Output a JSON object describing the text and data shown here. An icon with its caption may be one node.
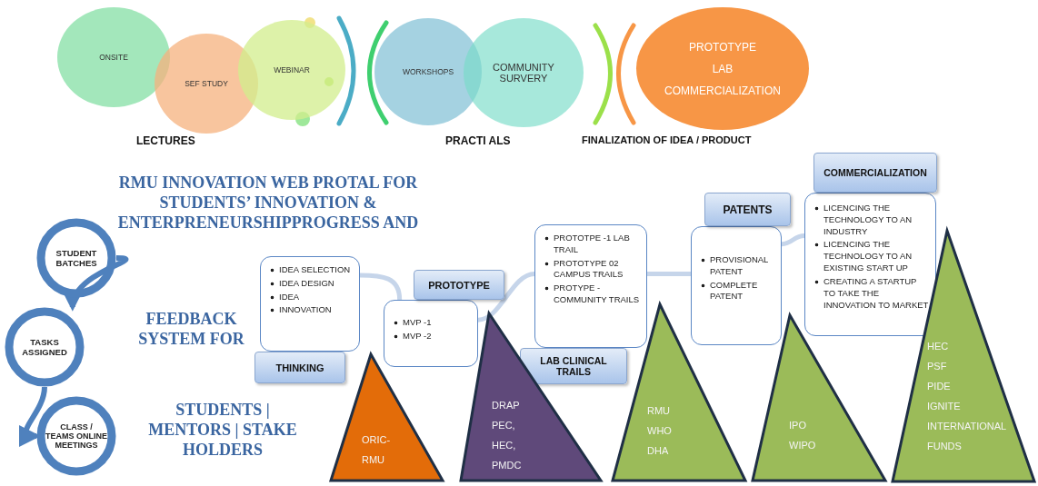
{
  "diagram": {
    "title": "RMU INNOVATION WEB PROTAL FOR STUDENTS’ INNOVATION & ENTERPRENEURSHIPPROGRESS AND",
    "nodes": [
      {
        "text": [
          "ONSITE"
        ]
      },
      {
        "text": [
          "SEF STUDY"
        ]
      },
      {
        "text": [
          "WEBINAR"
        ]
      },
      {
        "text": [
          "WORKSHOPS"
        ]
      },
      {
        "text": [
          "COMMUNITY SURVERY"
        ]
      },
      {
        "text": [
          "PROTOTYPE",
          "LAB",
          "COMMERCIALIZATION"
        ]
      },
      {
        "text": [
          "STUDENT BATCHES"
        ]
      },
      {
        "text": [
          "TASKS ASSIGNED"
        ]
      },
      {
        "text": [
          "CLASS / TEAMS ONLINE MEETINGS"
        ]
      },
      {
        "text": [
          "IDEA SELECTION",
          "IDEA DESIGN",
          "IDEA",
          "INNOVATION"
        ]
      },
      {
        "text": [
          "THINKING"
        ]
      },
      {
        "text": [
          "PROTOTYPE"
        ]
      },
      {
        "text": [
          "MVP -1",
          "MVP -2"
        ]
      },
      {
        "text": [
          "PROTOTPE -1 LAB TRAIL",
          "PROTOTYPE 02 CAMPUS TRAILS",
          "PROTYPE - COMMUNITY TRAILS"
        ]
      },
      {
        "text": [
          "LAB CLINICAL TRAILS"
        ]
      },
      {
        "text": [
          "PATENTS"
        ]
      },
      {
        "text": [
          "PROVISIONAL PATENT",
          "COMPLETE PATENT"
        ]
      },
      {
        "text": [
          "COMMERCIALIZATION"
        ]
      },
      {
        "text": [
          "LICENCING THE TECHNOLOGY TO AN INDUSTRY",
          "LICENCING THE TECHNOLOGY TO AN EXISTING START UP",
          "CREATING A STARTUP TO TAKE THE INNOVATION TO MARKET"
        ]
      },
      {
        "text": [
          "ORIC- RMU"
        ]
      },
      {
        "text": [
          "DRAP",
          "PEC,",
          "HEC,",
          "PMDC"
        ]
      },
      {
        "text": [
          "RMU",
          "WHO",
          "DHA"
        ]
      },
      {
        "text": [
          "IPO",
          "WIPO"
        ]
      },
      {
        "text": [
          "HEC",
          "PSF",
          "PIDE",
          "IGNITE",
          "INTERNATIONAL FUNDS"
        ]
      }
    ],
    "edges": [
      {
        "from": 6,
        "to": 7,
        "arrow": "to",
        "color": "#4f81bd"
      },
      {
        "from": 7,
        "to": 8,
        "arrow": "to",
        "color": "#4f81bd"
      },
      {
        "from": 9,
        "to": 12,
        "arrow": "none"
      },
      {
        "from": 12,
        "to": 13,
        "arrow": "none"
      },
      {
        "from": 13,
        "to": 16,
        "arrow": "none"
      },
      {
        "from": 16,
        "to": 18,
        "arrow": "none"
      }
    ],
    "labels": [
      "LECTURES",
      "PRACTI ALS",
      "FINALIZATION OF IDEA / PRODUCT",
      "FEEDBACK SYSTEM FOR",
      "STUDENTS | MENTORS | STAKE HOLDERS"
    ]
  }
}
